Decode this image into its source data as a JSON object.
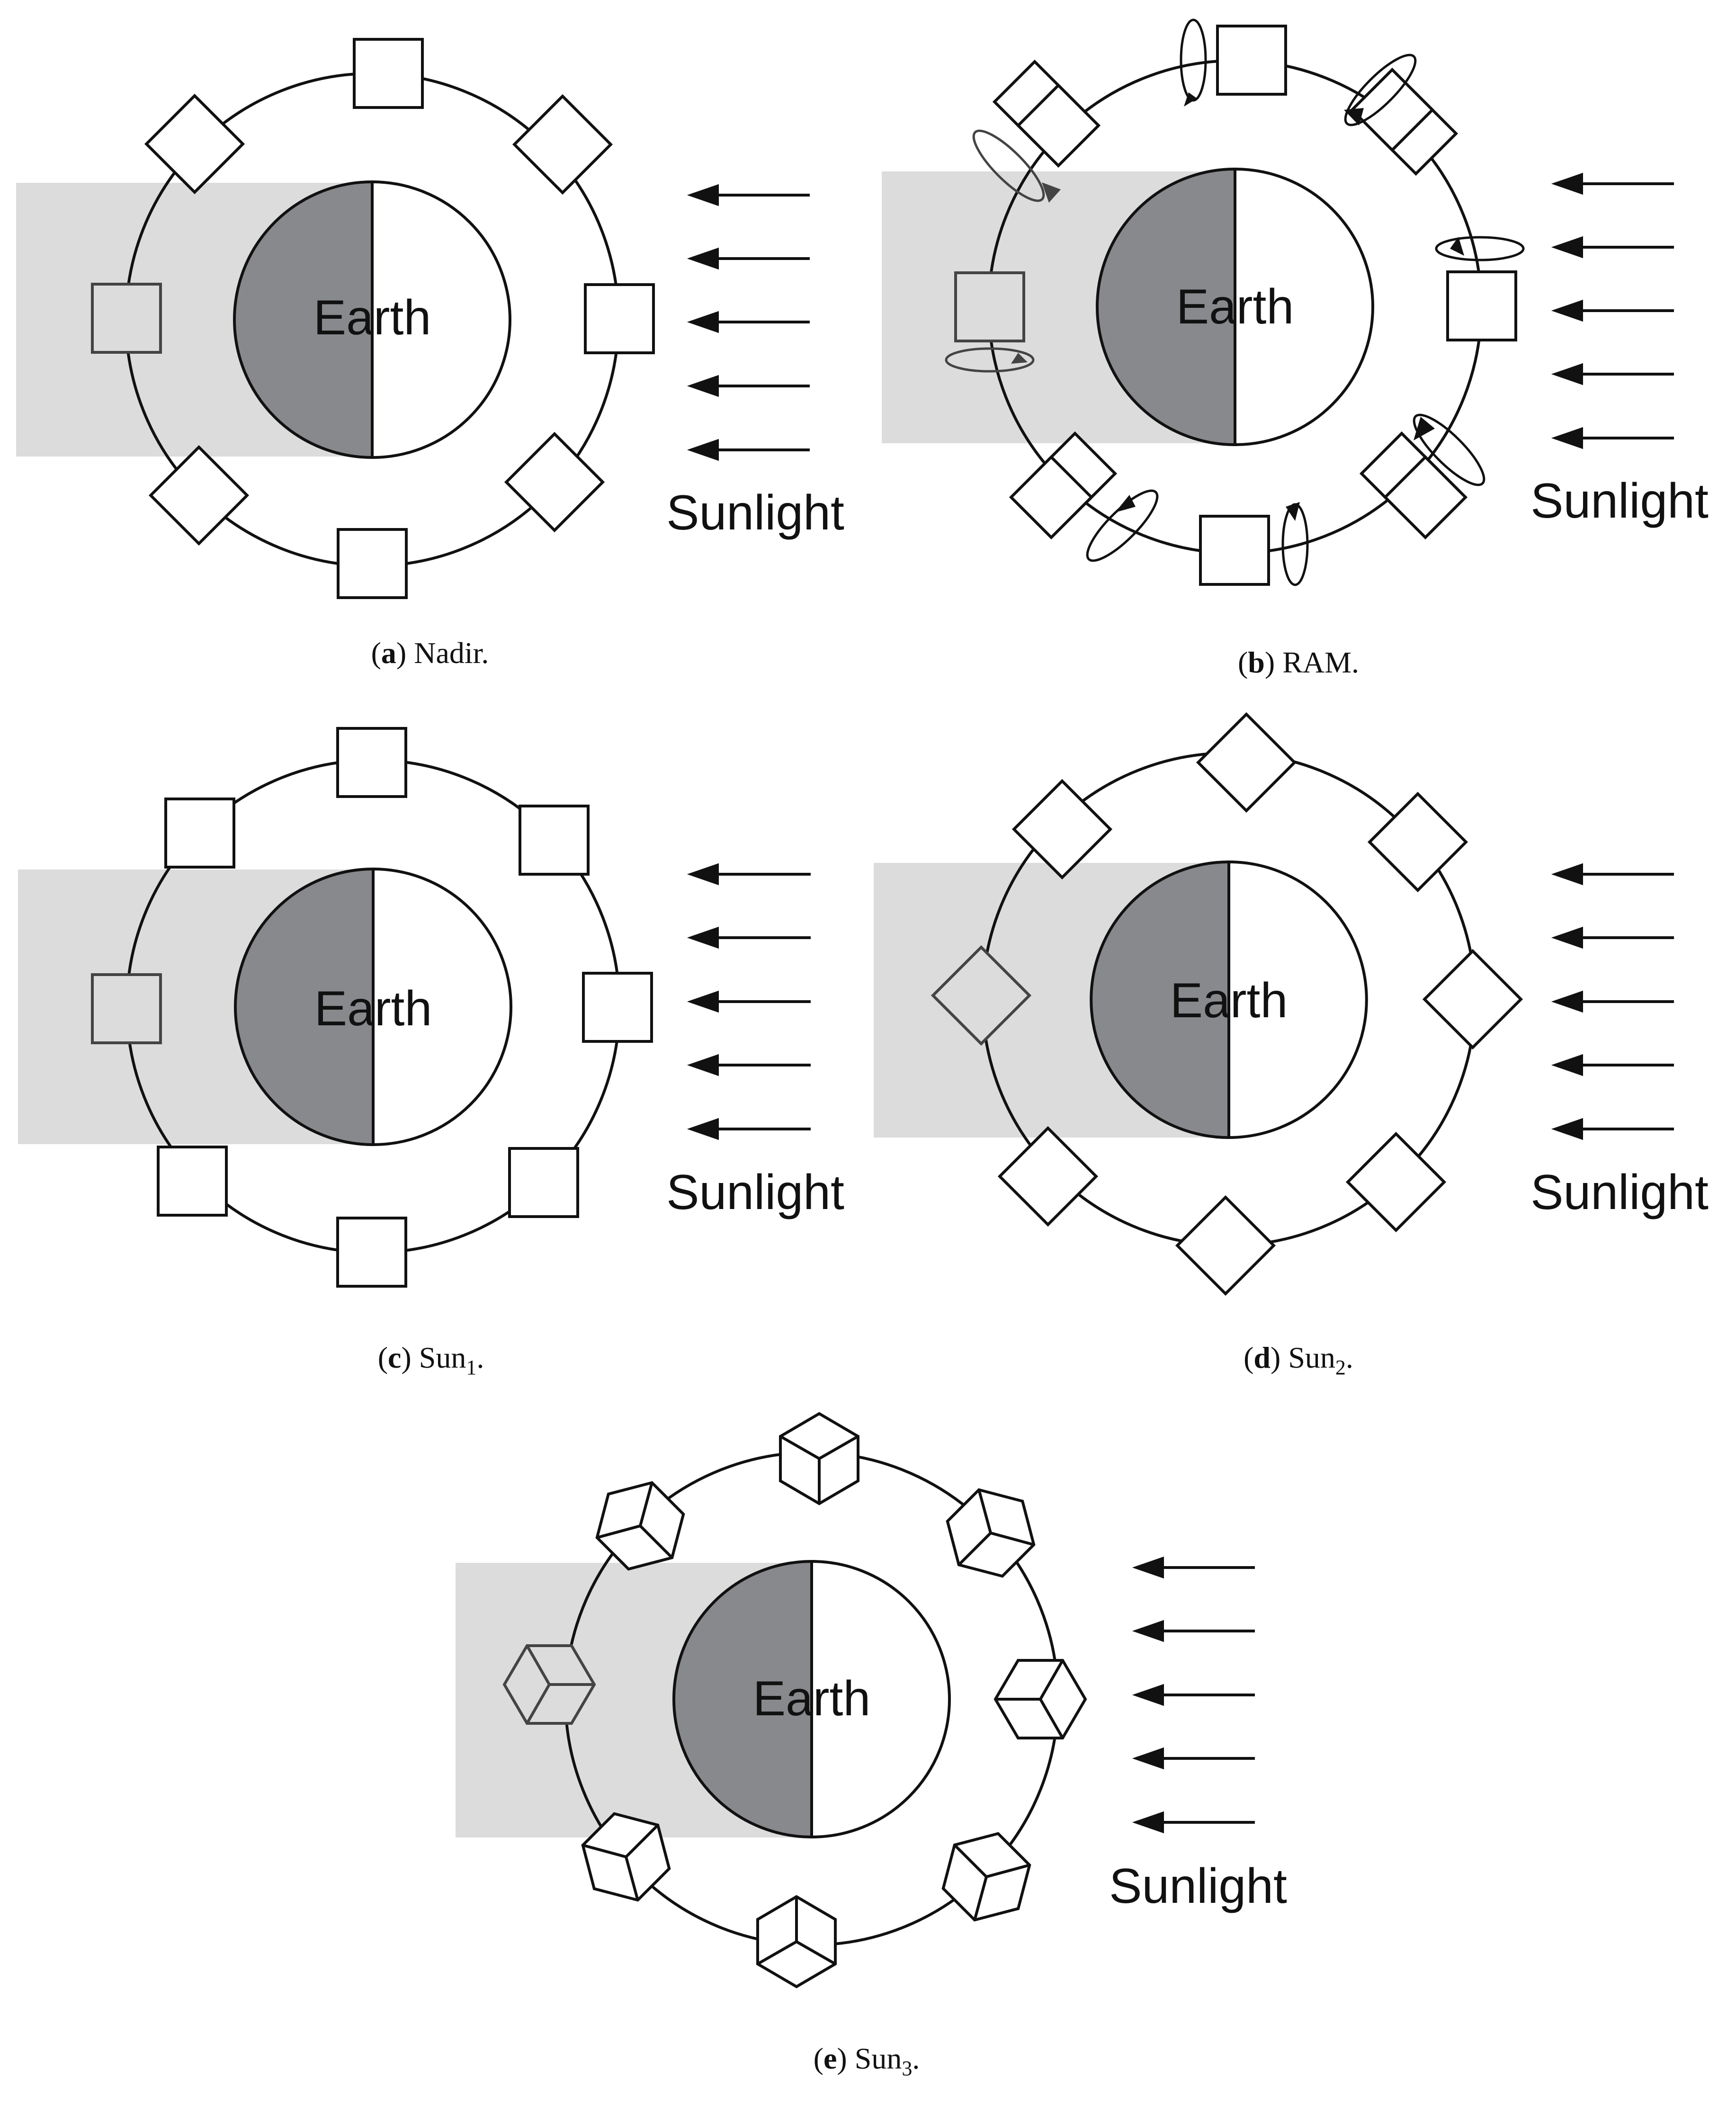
{
  "labels": {
    "earth": "Earth",
    "sunlight": "Sunlight"
  },
  "panels": [
    {
      "id": "a",
      "letter": "a",
      "caption": "Nadir.",
      "subscript": "",
      "satellite_style": "nadir"
    },
    {
      "id": "b",
      "letter": "b",
      "caption": "RAM.",
      "subscript": "",
      "satellite_style": "ram"
    },
    {
      "id": "c",
      "letter": "c",
      "caption": "Sun",
      "subscript": "1",
      "satellite_style": "sun1"
    },
    {
      "id": "d",
      "letter": "d",
      "caption": "Sun",
      "subscript": "2",
      "satellite_style": "sun2"
    },
    {
      "id": "e",
      "letter": "e",
      "caption": "Sun",
      "subscript": "3",
      "satellite_style": "sun3"
    }
  ],
  "colors": {
    "shadow": "#dcdcdc",
    "earth_night": "#88898c",
    "line": "#111111",
    "shadow_line": "#555555"
  }
}
